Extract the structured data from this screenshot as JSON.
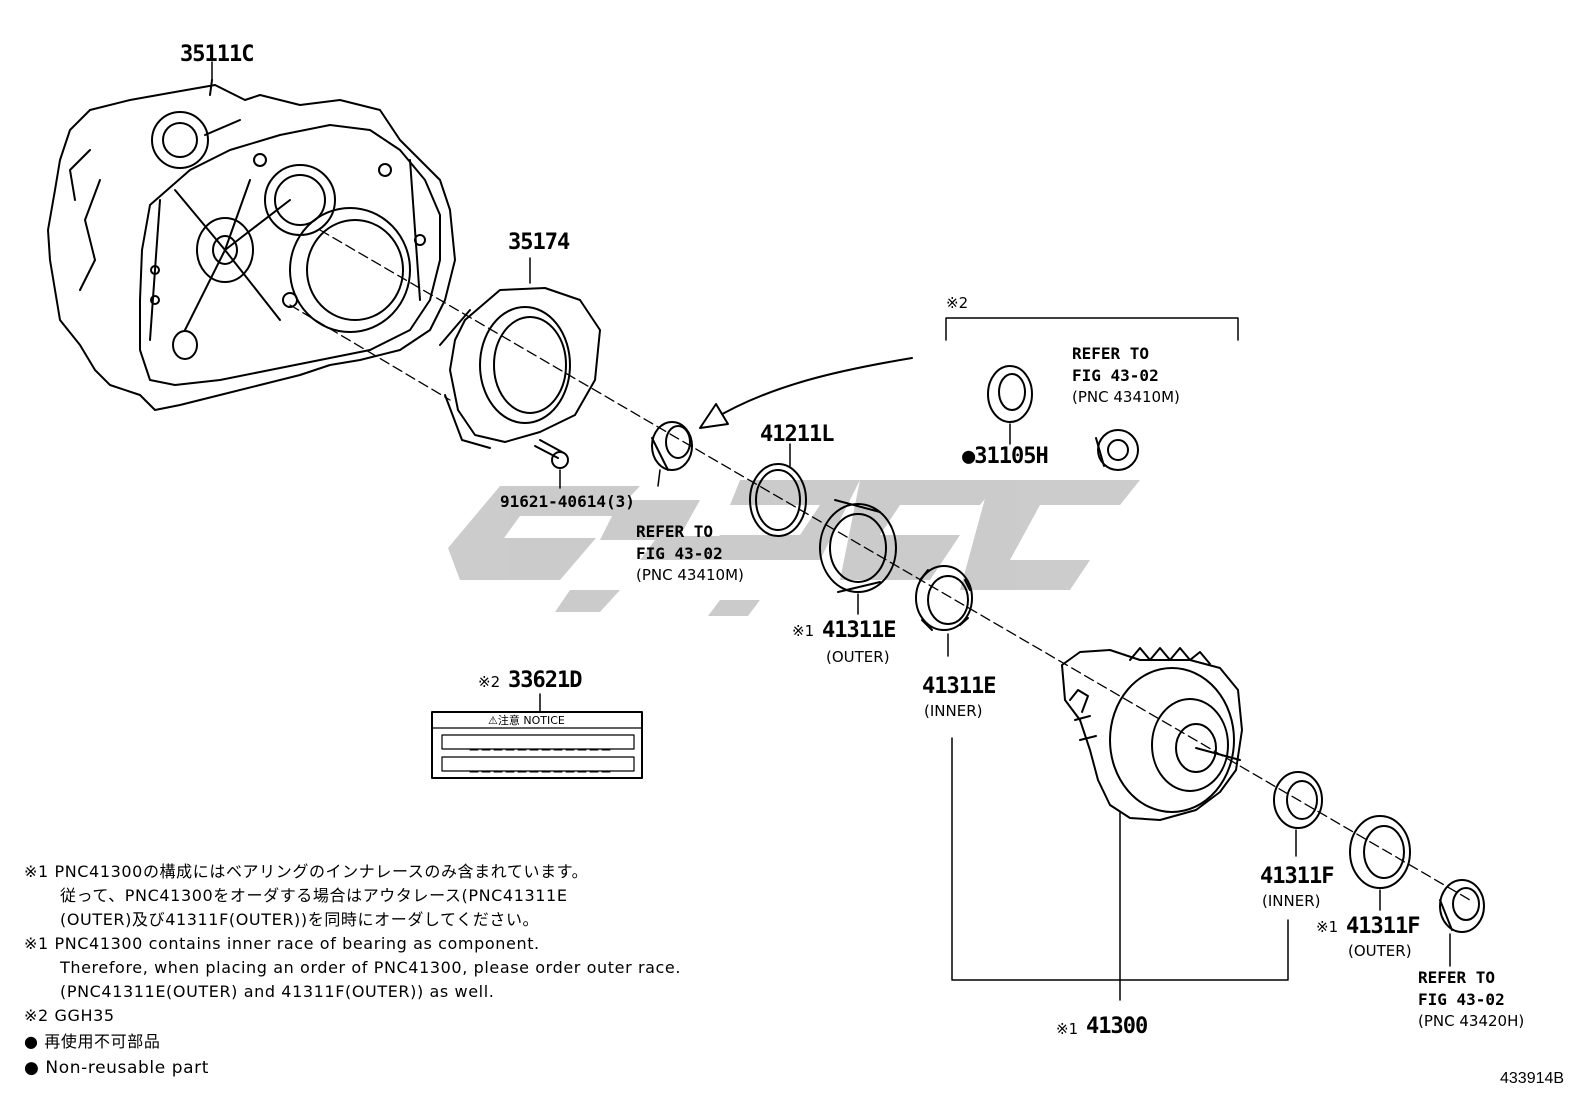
{
  "part_labels": {
    "case": "35111C",
    "plate": "35174",
    "bolt": "91621-40614(3)",
    "seal_left_ref": "REFER TO",
    "seal_left_fig": "FIG 43-02",
    "seal_left_pnc": "(PNC 43410M)",
    "shim": "41211L",
    "outer_e_prefix": "※1",
    "outer_e": "41311E",
    "outer_e_sub": "(OUTER)",
    "inner_e": "41311E",
    "inner_e_sub": "(INNER)",
    "group2_mark": "※2",
    "seal_right": "●31105H",
    "seal_right_ref": "REFER TO",
    "seal_right_fig": "FIG 43-02",
    "seal_right_pnc": "(PNC 43410M)",
    "notice_label_prefix": "※2",
    "notice_label": "33621D",
    "notice_label_text": "⚠注意  NOTICE",
    "inner_f": "41311F",
    "inner_f_sub": "(INNER)",
    "outer_f_prefix": "※1",
    "outer_f": "41311F",
    "outer_f_sub": "(OUTER)",
    "diff_prefix": "※1",
    "diff": "41300",
    "end_seal_ref": "REFER TO",
    "end_seal_fig": "FIG 43-02",
    "end_seal_pnc": "(PNC 43420H)"
  },
  "notes": {
    "jp1_line1": "※1 PNC41300の構成にはベアリングのインナレースのみ含まれています。",
    "jp1_line2": "従って、PNC41300をオーダする場合はアウタレース(PNC41311E",
    "jp1_line3": "(OUTER)及び41311F(OUTER))を同時にオーダしてください。",
    "en1_line1": "※1 PNC41300 contains inner race of bearing as component.",
    "en1_line2": "Therefore, when placing an order of PNC41300, please order outer race.",
    "en1_line3": "(PNC41311E(OUTER) and 41311F(OUTER)) as well.",
    "note2": "※2 GGH35",
    "bullet_jp": "●  再使用不可部品",
    "bullet_en": "●  Non-reusable part"
  },
  "figure_code": "433914B",
  "colors": {
    "ink": "#000000",
    "watermark": "#c9c9c9"
  }
}
